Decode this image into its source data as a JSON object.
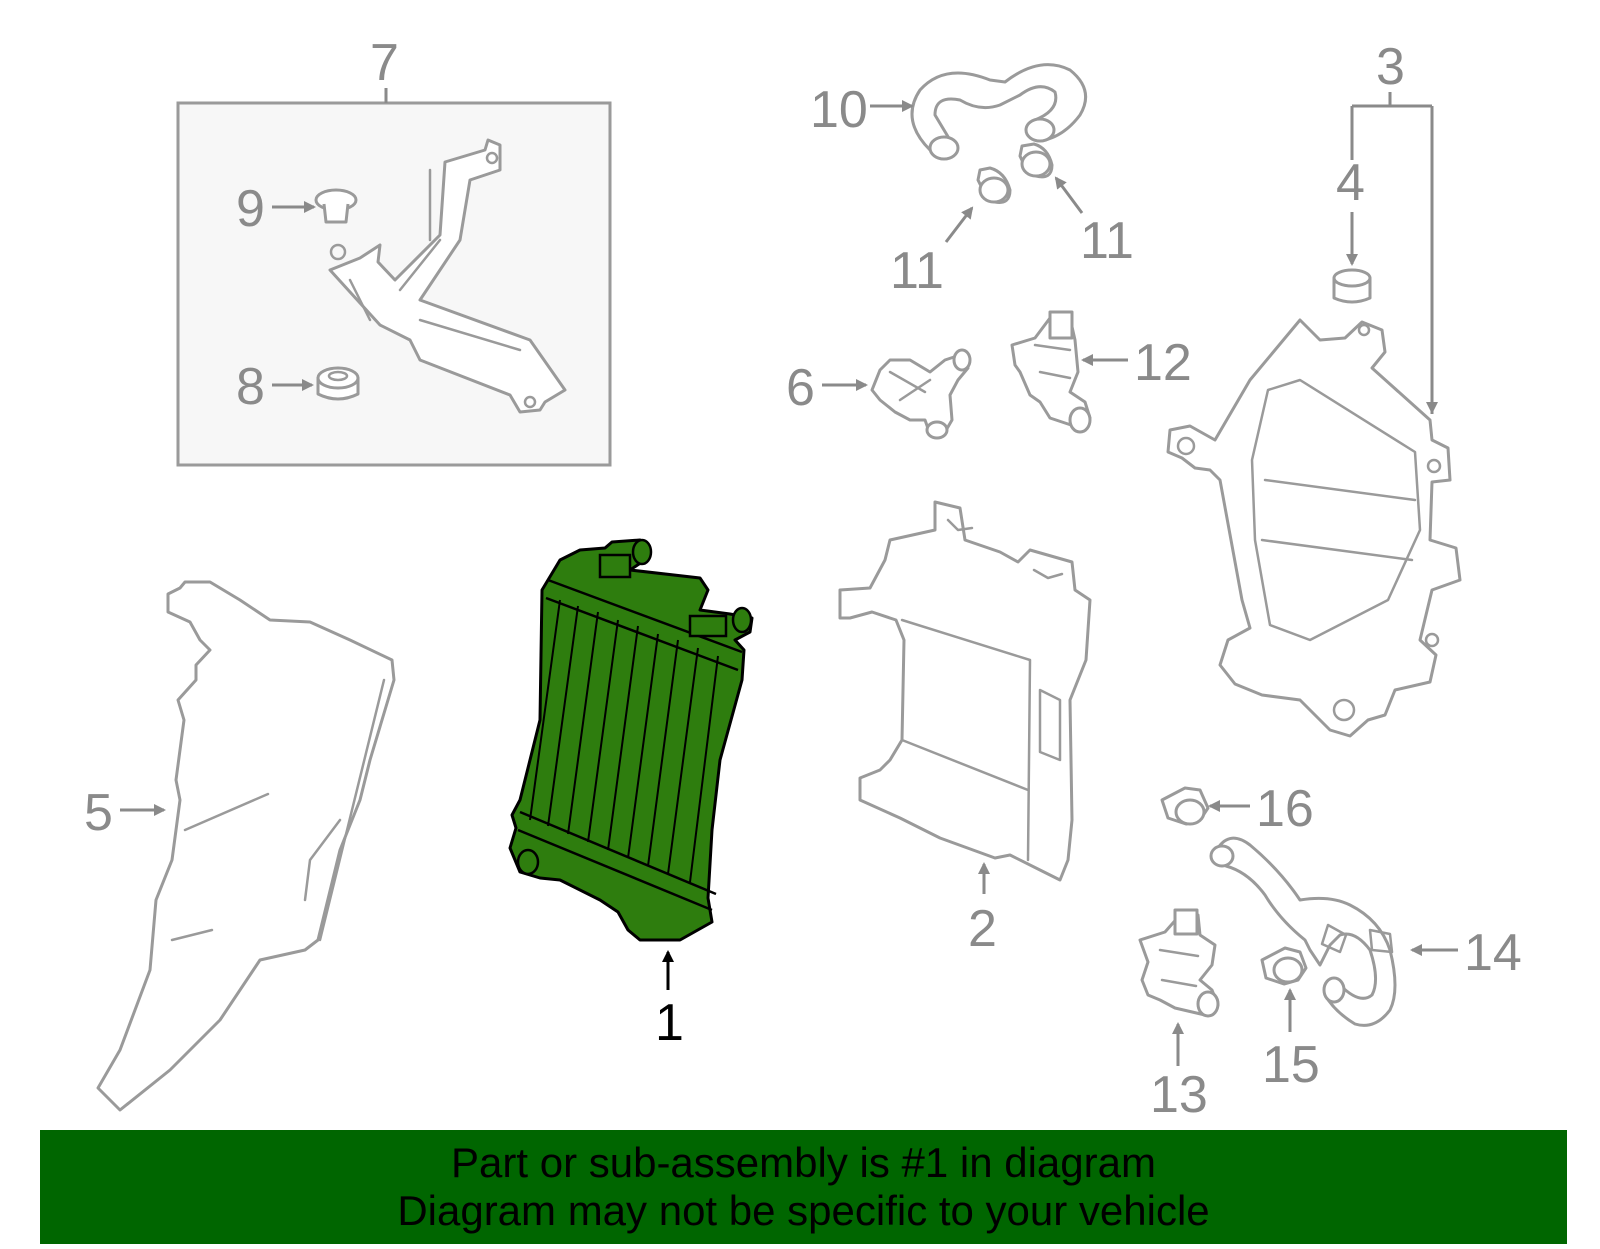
{
  "diagram": {
    "highlight_color": "#2e7d0e",
    "outline_color": "#9a9a9a",
    "callouts": {
      "c1": "1",
      "c2": "2",
      "c3": "3",
      "c4": "4",
      "c5": "5",
      "c6": "6",
      "c7": "7",
      "c8": "8",
      "c9": "9",
      "c10": "10",
      "c11a": "11",
      "c11b": "11",
      "c12": "12",
      "c13": "13",
      "c14": "14",
      "c15": "15",
      "c16": "16"
    }
  },
  "footer": {
    "background": "#006600",
    "line1": "Part or sub-assembly is #1 in diagram",
    "line2": "Diagram may not be specific to your vehicle"
  }
}
